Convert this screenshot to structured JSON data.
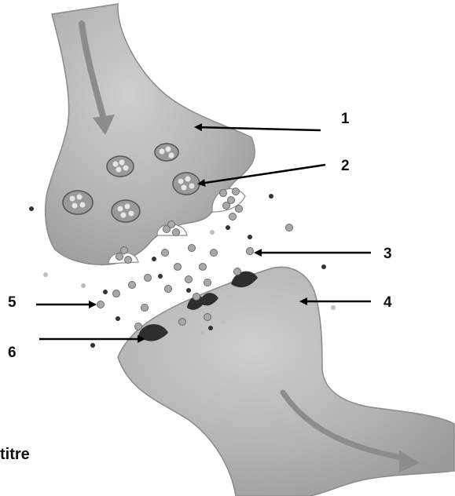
{
  "labels": [
    {
      "number": "1"
    },
    {
      "number": "2"
    },
    {
      "number": "3"
    },
    {
      "number": "4"
    },
    {
      "number": "5"
    },
    {
      "number": "6"
    }
  ],
  "title_fragment": "titre",
  "colors": {
    "neuron_fill": "#b3b3b3",
    "neuron_shade": "#8f8f8f",
    "neuron_light": "#d2d2d2",
    "vesicle_fill": "#9a9a9a",
    "neurotransmitter": "#a9a9a9",
    "dark_dot": "#333333",
    "receptor": "#2e2e2e",
    "arrow": "#000000"
  }
}
